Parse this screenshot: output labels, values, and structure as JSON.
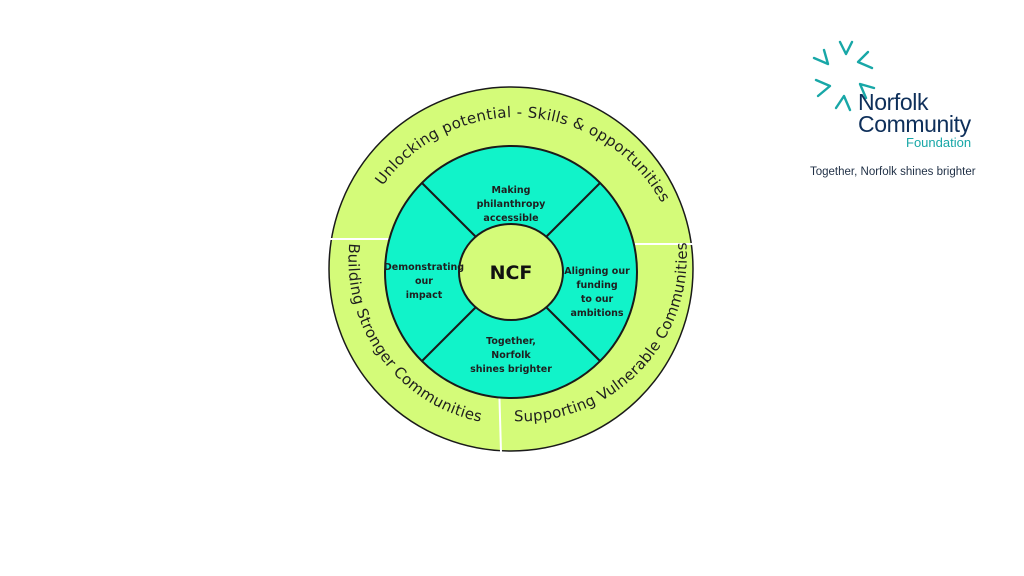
{
  "diagram": {
    "center_label": "NCF",
    "outer_ring": [
      "Unlocking potential - Skills & opportunities",
      "Supporting Vulnerable Communities",
      "Building Stronger Communities"
    ],
    "inner_segments": {
      "top": [
        "Making",
        "philanthropy",
        "accessible"
      ],
      "right": [
        "Aligning our",
        "funding",
        "to our",
        "ambitions"
      ],
      "bottom": [
        "Together,",
        "Norfolk",
        "shines brighter"
      ],
      "left": [
        "Demonstrating",
        "our",
        "impact"
      ]
    },
    "colors": {
      "outer_ring": "#d4fb79",
      "inner_ring": "#11f3c9",
      "center": "#d4fb79",
      "stroke": "#1a1a1a",
      "divider": "#ffffff"
    }
  },
  "logo": {
    "line1": "Norfolk",
    "line2": "Community",
    "line3": "Foundation",
    "tagline": "Together, Norfolk shines brighter",
    "icon": "star-burst-icon",
    "colors": {
      "name": "#0e2f5a",
      "accent": "#18a7a7"
    }
  }
}
